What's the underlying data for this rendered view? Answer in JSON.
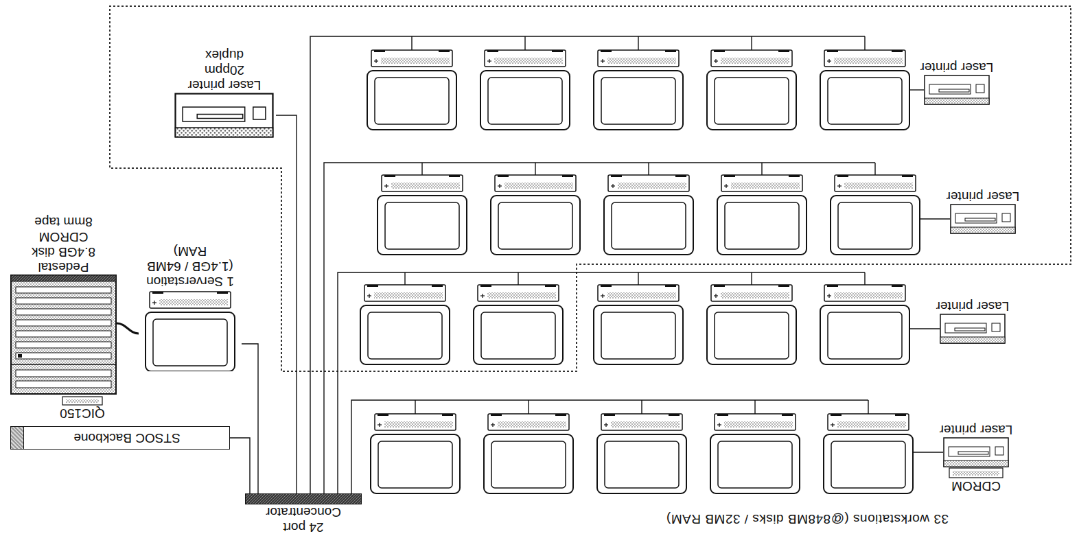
{
  "diagram": {
    "nodes": [
      {
        "text": [
          "24 port Concentrator"
        ]
      },
      {
        "text": [
          "CDROM"
        ]
      },
      {
        "text": [
          "Laser printer"
        ]
      },
      {
        "text": [
          "STSOC Backbone"
        ]
      },
      {
        "text": [
          "QIC150"
        ]
      },
      {
        "text": [
          "Pedestal 8.4GB disk CDROM 8mm tape"
        ]
      },
      {
        "text": [
          "1 Serverstation (1.4GB / 64MB RAM)"
        ]
      },
      {
        "text": [
          "Laser printer"
        ]
      },
      {
        "text": [
          "Laser printer"
        ]
      },
      {
        "text": [
          "Laser printer 20ppm duplex"
        ]
      },
      {
        "text": [
          "Laser printer"
        ]
      }
    ],
    "edges": [
      {
        "from": 3,
        "to": 0,
        "arrow": "none"
      },
      {
        "from": 6,
        "to": 0,
        "arrow": "none"
      },
      {
        "from": 9,
        "to": 0,
        "arrow": "none"
      },
      {
        "from": 6,
        "to": 5,
        "arrow": "none"
      }
    ],
    "labels": [
      "33 workstations (@848MB disks / 32MB RAM)"
    ]
  }
}
